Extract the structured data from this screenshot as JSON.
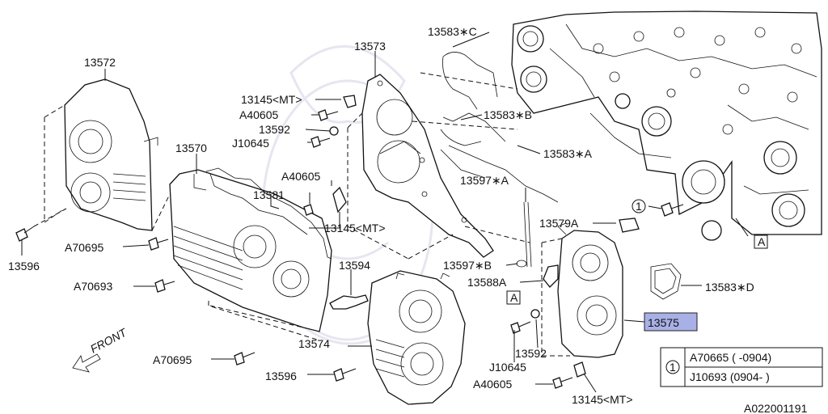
{
  "labels": {
    "p13572": "13572",
    "p13573": "13573",
    "p13570": "13570",
    "p13581": "13581",
    "p13583c": "13583∗C",
    "p13583b": "13583∗B",
    "p13583a": "13583∗A",
    "p13597a": "13597∗A",
    "p13597b": "13597∗B",
    "p13145mt_top": "13145<MT>",
    "a40605_top": "A40605",
    "p13592_top": "13592",
    "j10645_top": "J10645",
    "a40605_mid": "A40605",
    "p13145mt_mid": "13145<MT>",
    "a70695_top": "A70695",
    "p13596_left": "13596",
    "a70693": "A70693",
    "p13594": "13594",
    "p13574": "13574",
    "a70695_bottom": "A70695",
    "p13596_bottom": "13596",
    "p13579a": "13579A",
    "p13588a": "13588A",
    "ref_a_left": "A",
    "ref_a_right": "A",
    "ref_circle_1": "1",
    "p13583d": "13583∗D",
    "p13575": "13575",
    "p13592_bottom": "13592",
    "j10645_bottom": "J10645",
    "a40605_bottom": "A40605",
    "p13145mt_bottom": "13145<MT>",
    "front": "FRONT",
    "diagram_id": "A022001191"
  },
  "legend_table": {
    "key": "1",
    "rows": [
      "A70665 ( -0904)",
      "J10693 (0904- )"
    ]
  },
  "highlight_color": "#a9b0e6"
}
